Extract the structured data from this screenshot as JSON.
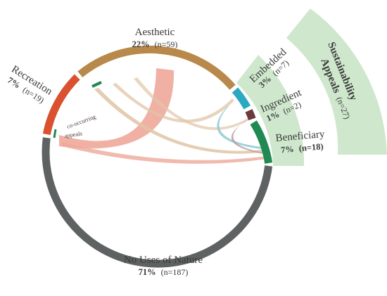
{
  "chart_data": {
    "type": "chord",
    "segments": [
      {
        "name": "Aesthetic",
        "pct": "22%",
        "n": "(n=59)",
        "color": "#b8894a"
      },
      {
        "name": "Recreation",
        "pct": "7%",
        "n": "(n=19)",
        "color": "#d9512e"
      },
      {
        "name": "No Uses of Nature",
        "pct": "71%",
        "n": "(n=187)",
        "color": "#5f6262"
      },
      {
        "name": "Embedded",
        "pct": "3%",
        "n": "(n=7)",
        "color": "#2ba9c2"
      },
      {
        "name": "Ingredient",
        "pct": "1%",
        "n": "(n=2)",
        "color": "#6b3a3a"
      },
      {
        "name": "Beneficiary",
        "pct": "7%",
        "n": "(n=18)",
        "color": "#1f8a52"
      }
    ],
    "group": {
      "name_line1": "Sustainability",
      "name_line2": "Appeals",
      "n": "(n=27)",
      "color": "#cfe8cd"
    },
    "annotation": {
      "line1": "co-occurring",
      "line2": "appeals"
    }
  }
}
